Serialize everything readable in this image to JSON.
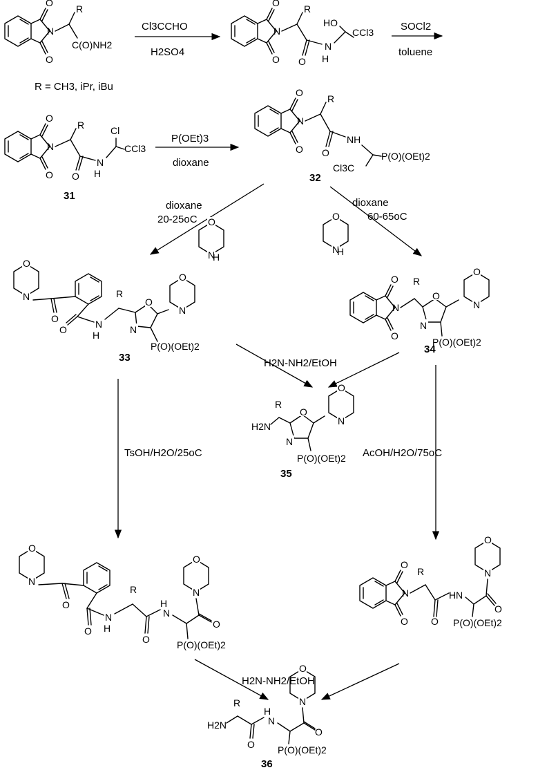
{
  "reagents": {
    "r1a": "Cl3CCHO",
    "r1b": "H2SO4",
    "r2a": "SOCl2",
    "r2b": "toluene",
    "r3a": "P(OEt)3",
    "r3b": "dioxane",
    "r4a": "dioxane",
    "r4b": "20-25oC",
    "r5a": "dioxane",
    "r5b": "60-65oC",
    "r6": "H2N-NH2/EtOH",
    "r7": "TsOH/H2O/25oC",
    "r8": "AcOH/H2O/75oC",
    "r9": "H2N-NH2/EtOH"
  },
  "note": "R = CH3, iPr, iBu",
  "compounds": {
    "c31": "31",
    "c32": "32",
    "c33": "33",
    "c34": "34",
    "c35": "35",
    "c36": "36"
  },
  "groups": {
    "c_o_nh2": "C(O)NH2",
    "p_oet": "P(O)(OEt)2",
    "ccl3": "CCl3",
    "cl3c": "Cl3C",
    "h2n": "H2N"
  }
}
